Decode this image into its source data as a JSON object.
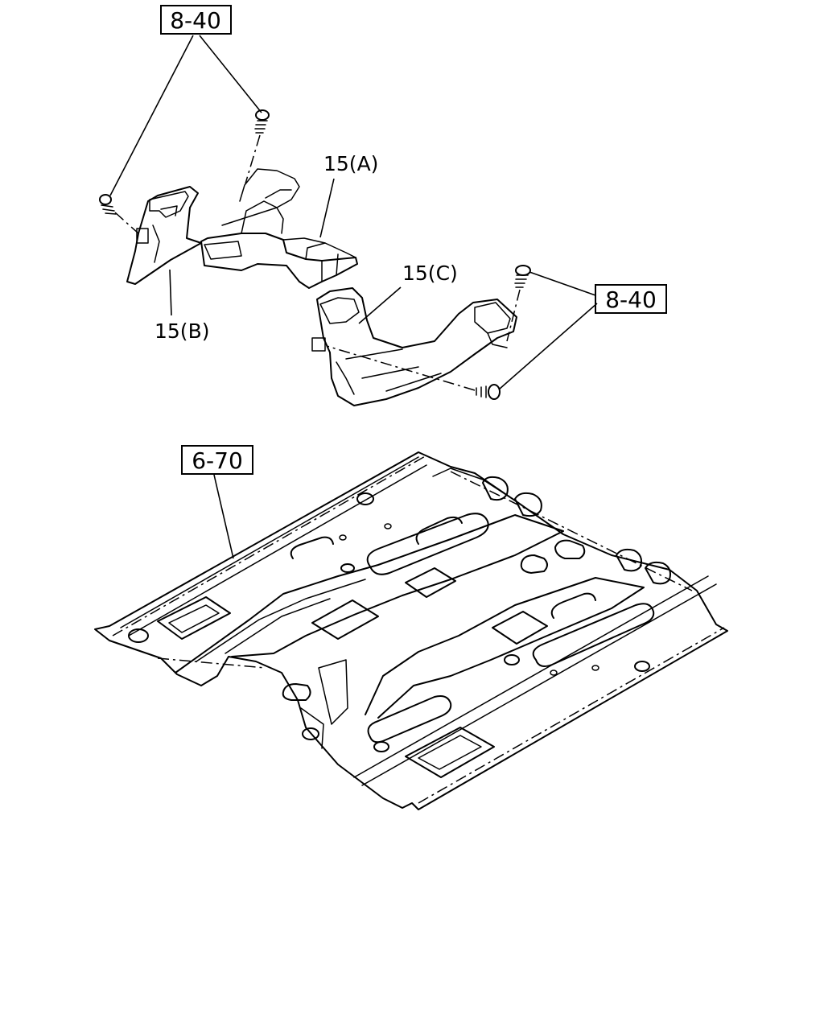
{
  "references": {
    "top_left": "8-40",
    "right": "8-40",
    "floor": "6-70"
  },
  "parts": {
    "duct_a": "15(A)",
    "duct_b": "15(B)",
    "duct_c": "15(C)"
  },
  "icons": {
    "screw": "screw-icon",
    "duct": "duct-icon",
    "floor_panel": "floor-panel-icon"
  },
  "colors": {
    "line": "#000000",
    "background": "#ffffff"
  }
}
